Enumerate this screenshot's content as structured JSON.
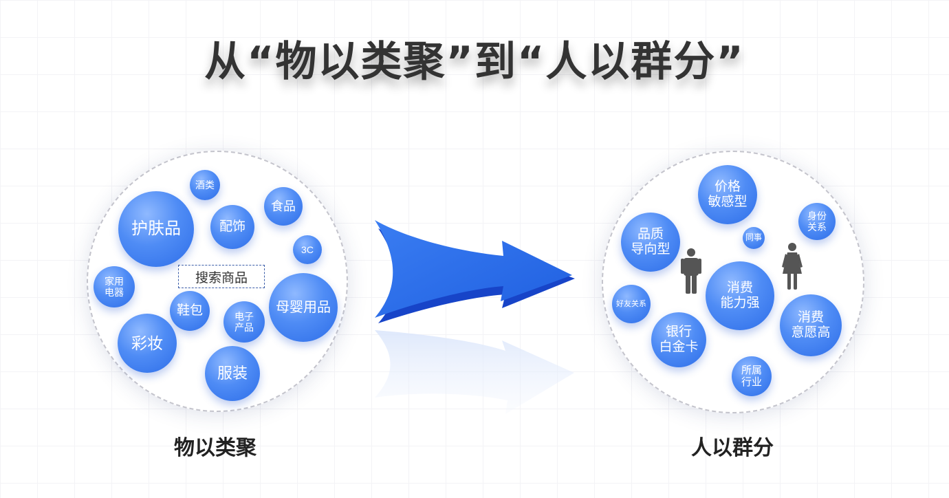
{
  "title": "从“物以类聚”到“人以群分”",
  "left": {
    "caption": "物以类聚",
    "search_label": "搜索商品",
    "bubbles": [
      "护肤品",
      "酒类",
      "配饰",
      "食品",
      "3C",
      "家用\n电器",
      "鞋包",
      "电子\n产品",
      "母婴用品",
      "彩妆",
      "服装"
    ]
  },
  "right": {
    "caption": "人以群分",
    "bubbles": [
      "价格\n敏感型",
      "身份\n关系",
      "品质\n导向型",
      "同事",
      "消费\n能力强",
      "好友关系",
      "银行\n白金卡",
      "消费\n意愿高",
      "所属\n行业"
    ]
  },
  "icons": [
    "male-person-icon",
    "female-person-icon",
    "right-arrow-icon"
  ],
  "colors": {
    "bubble": "#3b7cf0",
    "arrow": "#2467e8",
    "text": "#333333"
  }
}
